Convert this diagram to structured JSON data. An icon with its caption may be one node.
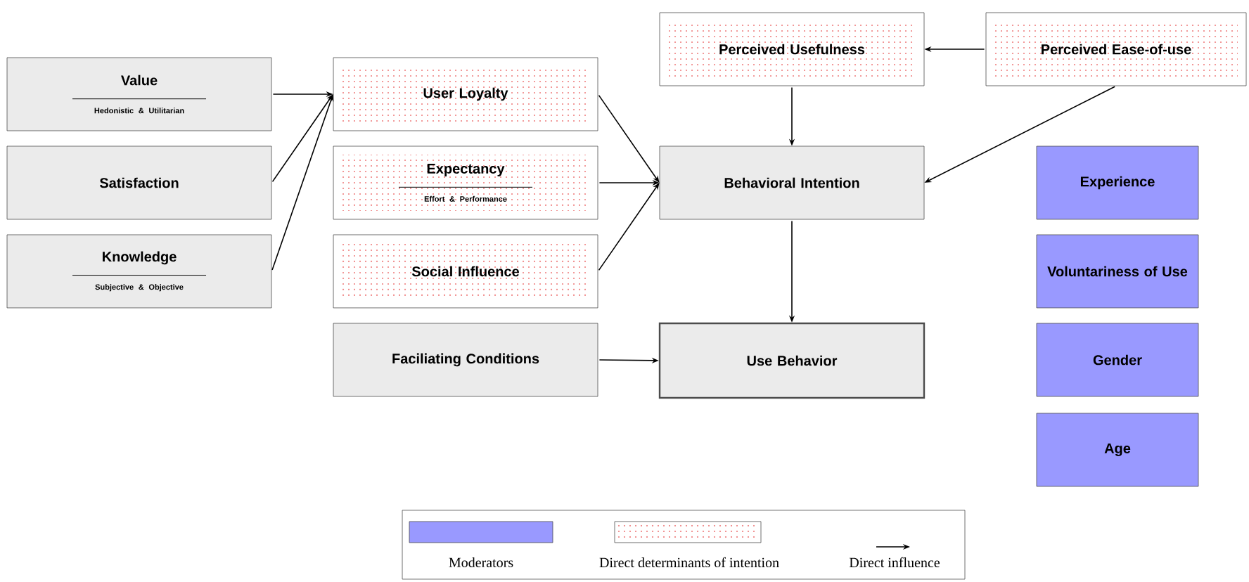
{
  "diagram": {
    "nodes": [
      {
        "text": [
          "Value",
          "Hedonistic & Utilitarian"
        ]
      },
      {
        "text": [
          "Satisfaction"
        ]
      },
      {
        "text": [
          "Knowledge",
          "Subjective & Objective"
        ]
      },
      {
        "text": [
          "User Loyalty"
        ]
      },
      {
        "text": [
          "Expectancy",
          "Effort & Performance"
        ]
      },
      {
        "text": [
          "Social Influence"
        ]
      },
      {
        "text": [
          "Faciliating Conditions"
        ]
      },
      {
        "text": [
          "Perceived Usefulness"
        ]
      },
      {
        "text": [
          "Perceived Ease-of-use"
        ]
      },
      {
        "text": [
          "Behavioral Intention"
        ]
      },
      {
        "text": [
          "Use Behavior"
        ]
      },
      {
        "text": [
          "Experience"
        ]
      },
      {
        "text": [
          "Voluntariness of Use"
        ]
      },
      {
        "text": [
          "Gender"
        ]
      },
      {
        "text": [
          "Age"
        ]
      }
    ],
    "edges": [
      {
        "from": 0,
        "to": 3,
        "arrow": "to"
      },
      {
        "from": 1,
        "to": 3,
        "arrow": "to"
      },
      {
        "from": 2,
        "to": 3,
        "arrow": "to"
      },
      {
        "from": 3,
        "to": 9,
        "arrow": "to"
      },
      {
        "from": 4,
        "to": 9,
        "arrow": "to"
      },
      {
        "from": 5,
        "to": 9,
        "arrow": "to"
      },
      {
        "from": 6,
        "to": 10,
        "arrow": "to"
      },
      {
        "from": 8,
        "to": 7,
        "arrow": "to"
      },
      {
        "from": 7,
        "to": 9,
        "arrow": "to"
      },
      {
        "from": 8,
        "to": 9,
        "arrow": "to"
      },
      {
        "from": 9,
        "to": 10,
        "arrow": "to"
      }
    ],
    "legend": [
      {
        "text": "Moderators",
        "color": "#9999ff"
      },
      {
        "text": "Direct determinants of intention"
      },
      {
        "text": "Direct influence"
      }
    ]
  }
}
